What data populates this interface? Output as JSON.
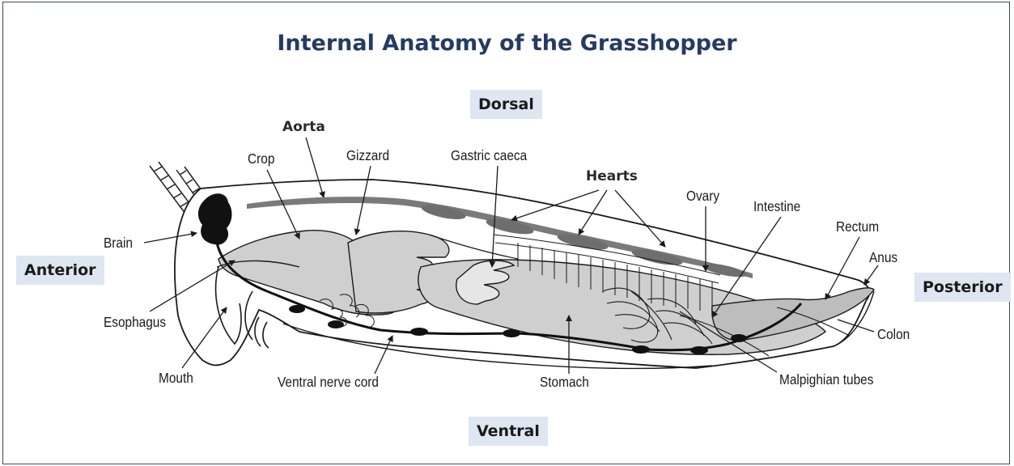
{
  "title": "Internal Anatomy of the Grasshopper",
  "orientation": {
    "dorsal": "Dorsal",
    "ventral": "Ventral",
    "anterior": "Anterior",
    "posterior": "Posterior"
  },
  "labels": {
    "aorta": "Aorta",
    "crop": "Crop",
    "gizzard": "Gizzard",
    "gastric_caeca": "Gastric caeca",
    "hearts": "Hearts",
    "ovary": "Ovary",
    "intestine": "Intestine",
    "rectum": "Rectum",
    "anus": "Anus",
    "brain": "Brain",
    "esophagus": "Esophagus",
    "mouth": "Mouth",
    "ventral_nerve_cord": "Ventral nerve cord",
    "stomach": "Stomach",
    "colon": "Colon",
    "malpighian_tubes": "Malpighian tubes"
  },
  "colors": {
    "title": "#253b63",
    "label_box": "#dde6f1",
    "organ_fill": "#cfcfcf",
    "dark_organ": "#7a7a7a"
  }
}
